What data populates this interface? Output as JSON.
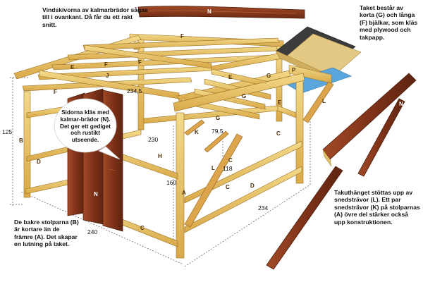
{
  "notes": {
    "top_left": "Vindskivorna av kalmarbrädor sågas till i ovankant. Då får du ett rakt snitt.",
    "top_right": "Taket består av korta (G) och långa (F) bjälkar, som kläs med plywood och takpapp.",
    "bubble": "Sidorna kläs med kalmar-brädor (N). Det ger ett gediget och rustikt utseende.",
    "bottom_left": "De bakre stolparna (B) är kortare än de främre (A). Det skapar en lutning på taket.",
    "bottom_right": "Takuthänget stöttas upp av snedsträvor (L). Ett par snedsträvor (K) på stolparnas (A) övre del stärker också upp konstruktionen."
  },
  "dimensions": {
    "d125": "125",
    "d2345": "234,5",
    "d230": "230",
    "d795": "79,5",
    "d118": "118",
    "d160": "160",
    "d240": "240",
    "d234": "234"
  },
  "parts": {
    "A": "A",
    "B": "B",
    "C": "C",
    "D": "D",
    "E": "E",
    "F": "F",
    "G": "G",
    "H": "H",
    "J": "J",
    "K": "K",
    "L": "L",
    "N": "N",
    "P": "P"
  },
  "colors": {
    "wood": "#e8c15e",
    "wood_light": "#f2d782",
    "wood_dark": "#b5842a",
    "bark": "#8a3b1e",
    "bark_dark": "#5e2410",
    "roof_felt": "#3c3c3c",
    "plywood": "#e3c983",
    "flashing": "#5aa6dc"
  }
}
